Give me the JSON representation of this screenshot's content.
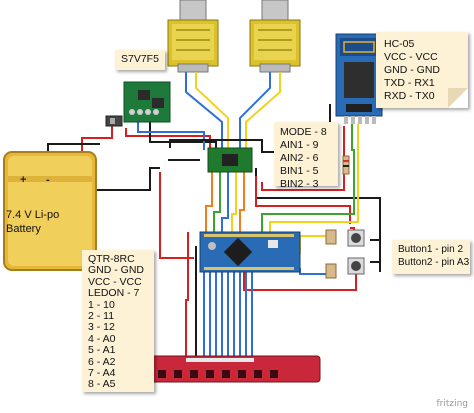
{
  "notes": {
    "regulator": {
      "lines": [
        "S7V7F5"
      ]
    },
    "bluetooth": {
      "lines": [
        "HC-05",
        "VCC - VCC",
        "GND - GND",
        "TXD - RX1",
        "RXD - TX0"
      ]
    },
    "driver": {
      "lines": [
        "MODE - 8",
        "AIN1 - 9",
        "AIN2 - 6",
        "BIN1 - 5",
        "BIN2 - 3"
      ]
    },
    "battery": {
      "lines": [
        "7.4 V Li-po",
        "Battery"
      ]
    },
    "sensor": {
      "lines": [
        "QTR-8RC",
        "GND - GND",
        "VCC - VCC",
        "LEDON - 7",
        "1 - 10",
        "2 - 11",
        "3 - 12",
        "4 - A0",
        "5 - A1",
        "6 - A2",
        "7 - A4",
        "8 - A5"
      ]
    },
    "buttons": {
      "lines": [
        "Button1 - pin 2",
        "Button2 - pin A3"
      ]
    }
  },
  "battery_label": {
    "plus": "+",
    "minus": "-"
  },
  "brand": "fritzing",
  "colors": {
    "wire_red": "#d71f1f",
    "wire_black": "#1a1a1a",
    "wire_blue": "#2f6fd6",
    "wire_yellow": "#f2d21b",
    "wire_orange": "#f07e1d",
    "wire_green": "#3ba52f",
    "board_blue": "#2a6bb5",
    "driver_green": "#1f7a2e",
    "sensor_red": "#c8283a",
    "note_bg": "#fdf1d6"
  }
}
